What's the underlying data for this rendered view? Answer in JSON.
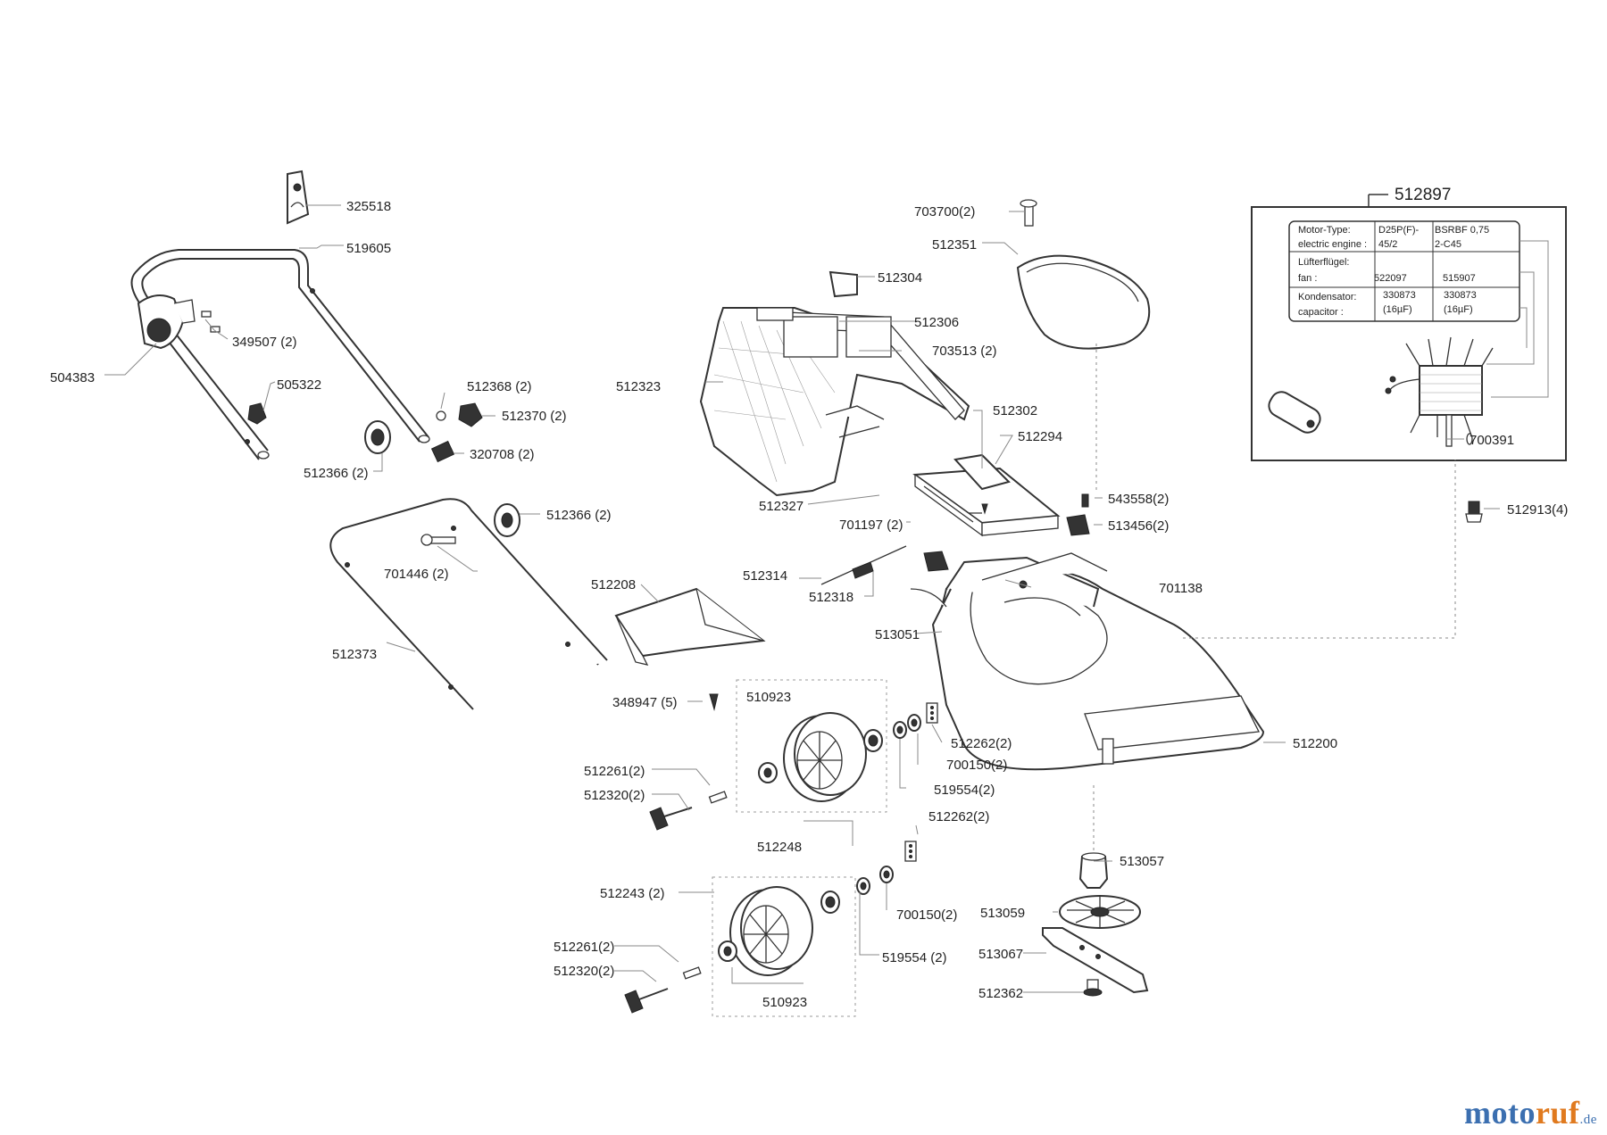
{
  "parts": {
    "p325518": "325518",
    "p519605": "519605",
    "p349507": "349507 (2)",
    "p504383": "504383",
    "p505322": "505322",
    "p512368": "512368 (2)",
    "p512370": "512370 (2)",
    "p320708": "320708 (2)",
    "p512366a": "512366 (2)",
    "p512366b": "512366 (2)",
    "p701446": "701446 (2)",
    "p512373": "512373",
    "p512304": "512304",
    "p512306": "512306",
    "p703513": "703513 (2)",
    "p512323": "512323",
    "p512302": "512302",
    "p512294": "512294",
    "p512327": "512327",
    "p701197": "701197 (2)",
    "p703700": "703700(2)",
    "p512351": "512351",
    "p512897": "512897",
    "p700391": "700391",
    "p512913": "512913(4)",
    "p543558": "543558(2)",
    "p513456": "513456(2)",
    "p701138": "701138",
    "p512314": "512314",
    "p512318": "512318",
    "p512208": "512208",
    "p513051": "513051",
    "p348947": "348947 (5)",
    "p510923a": "510923",
    "p512262a": "512262(2)",
    "p700150a": "700150(2)",
    "p519554a": "519554(2)",
    "p512200": "512200",
    "p512261a": "512261(2)",
    "p512320a": "512320(2)",
    "p512248": "512248",
    "p512262b": "512262(2)",
    "p513057": "513057",
    "p512243": "512243 (2)",
    "p700150b": "700150(2)",
    "p513059": "513059",
    "p512261b": "512261(2)",
    "p519554b": "519554 (2)",
    "p513067": "513067",
    "p512320b": "512320(2)",
    "p510923b": "510923",
    "p512362": "512362"
  },
  "motor_table": {
    "r1c1": "Motor-Type:",
    "r1c1b": "electric engine :",
    "r1c2": "D25P(F)-",
    "r1c2b": "45/2",
    "r1c3": "BSRBF 0,75",
    "r1c3b": "2-C45",
    "r2c1": "Lüfterflügel:",
    "r2c1b": "fan :",
    "r2c2": "522097",
    "r2c3": "515907",
    "r3c1": "Kondensator:",
    "r3c1b": "capacitor :",
    "r3c2": "330873",
    "r3c2b": "(16µF)",
    "r3c3": "330873",
    "r3c3b": "(16µF)"
  },
  "brand": {
    "part1": "moto",
    "part2": "ruf",
    "suffix": ".de"
  }
}
